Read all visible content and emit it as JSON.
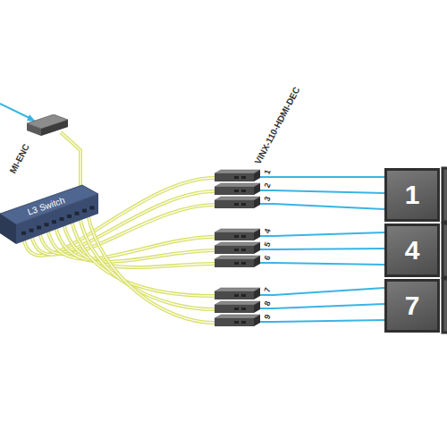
{
  "diagram": {
    "nodes": [
      {
        "text": [
          "MI-ENC"
        ]
      },
      {
        "text": [
          "L3 Switch"
        ]
      },
      {
        "text": [
          "1"
        ]
      },
      {
        "text": [
          "4"
        ]
      },
      {
        "text": [
          "7"
        ]
      }
    ],
    "edges": [
      {
        "from": 0,
        "to": 1,
        "arrow": "none"
      }
    ],
    "labels": [
      "VINX-110-HDMI-DEC",
      "1",
      "2",
      "3",
      "4",
      "5",
      "6",
      "7",
      "8",
      "9"
    ]
  }
}
